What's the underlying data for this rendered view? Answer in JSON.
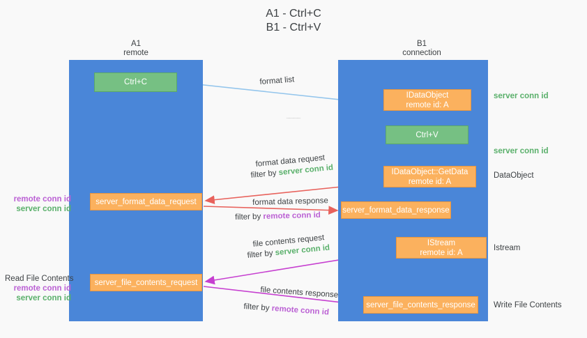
{
  "title": {
    "line1": "A1 - Ctrl+C",
    "line2": "B1 - Ctrl+V"
  },
  "columns": {
    "left": {
      "name": "A1",
      "role": "remote"
    },
    "right": {
      "name": "B1",
      "role": "connection"
    }
  },
  "boxes": {
    "ctrl_c": {
      "label": "Ctrl+C",
      "color": "#76c083"
    },
    "ctrl_v": {
      "label": "Ctrl+V",
      "color": "#76c083"
    },
    "idataobject": {
      "line1": "IDataObject",
      "line2": "remote id: A",
      "color": "#fbb15e"
    },
    "getdata": {
      "line1": "IDataObject::GetData",
      "line2": "remote id: A",
      "color": "#fbb15e"
    },
    "istream": {
      "line1": "IStream",
      "line2": "remote id: A",
      "color": "#fbb15e"
    },
    "format_data_request": {
      "label": "server_format_data_request",
      "color": "#fbb15e"
    },
    "format_data_response": {
      "label": "server_format_data_response",
      "color": "#fbb15e"
    },
    "file_contents_request": {
      "label": "server_file_contents_request",
      "color": "#fbb15e"
    },
    "file_contents_response": {
      "label": "server_file_contents_response",
      "color": "#fbb15e"
    }
  },
  "arrow_labels": {
    "format_list": "format list",
    "format_data_request": "format data request",
    "format_data_request_filter_prefix": "filter by ",
    "format_data_request_filter_value": "server conn id",
    "format_data_response": "format data response",
    "format_data_response_filter_prefix": "filter by ",
    "format_data_response_filter_value": "remote conn id",
    "file_contents_request": "file contents request",
    "file_contents_request_filter_prefix": "filter by ",
    "file_contents_request_filter_value": "server conn id",
    "file_contents_response": "file contents response",
    "file_contents_response_filter_prefix": "filter by ",
    "file_contents_response_filter_value": "remote conn id"
  },
  "right_annotations": {
    "server_conn_id_top": "server conn id",
    "server_conn_id_mid": "server conn id",
    "dataobject": "DataObject",
    "istream": "Istream",
    "write_file_contents": "Write File Contents"
  },
  "left_annotations": {
    "remote_conn_id_1": "remote conn id",
    "server_conn_id_1": "server conn id",
    "read_file_contents": "Read File Contents",
    "remote_conn_id_2": "remote conn id",
    "server_conn_id_2": "server conn id"
  },
  "colors": {
    "column_blue": "#4a86d8",
    "box_green": "#76c083",
    "box_orange": "#fbb15e",
    "green_text": "#5ab06b",
    "purple_text": "#bb61d4",
    "arrow_light_blue": "#93c5ec",
    "arrow_red": "#e8625c",
    "arrow_magenta": "#c63fd0",
    "arrow_black": "#000000",
    "background": "#f9f9f9"
  }
}
